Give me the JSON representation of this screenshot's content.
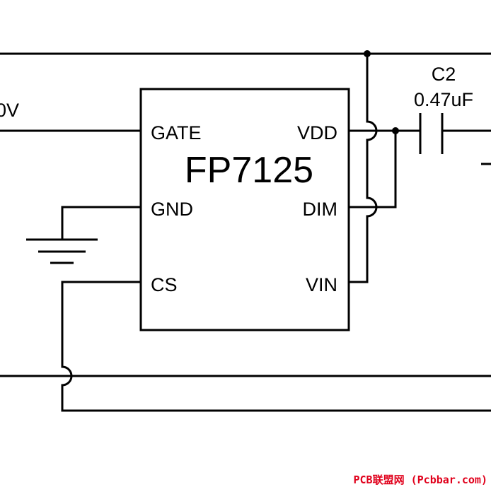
{
  "ic": {
    "name": "FP7125",
    "pins": {
      "gate": "GATE",
      "gnd": "GND",
      "cs": "CS",
      "vdd": "VDD",
      "dim": "DIM",
      "vin": "VIN"
    }
  },
  "capacitor": {
    "ref": "C2",
    "value": "0.47uF"
  },
  "left_fragment": "0V",
  "watermark": "PCB联盟网 (Pcbbar.com)"
}
